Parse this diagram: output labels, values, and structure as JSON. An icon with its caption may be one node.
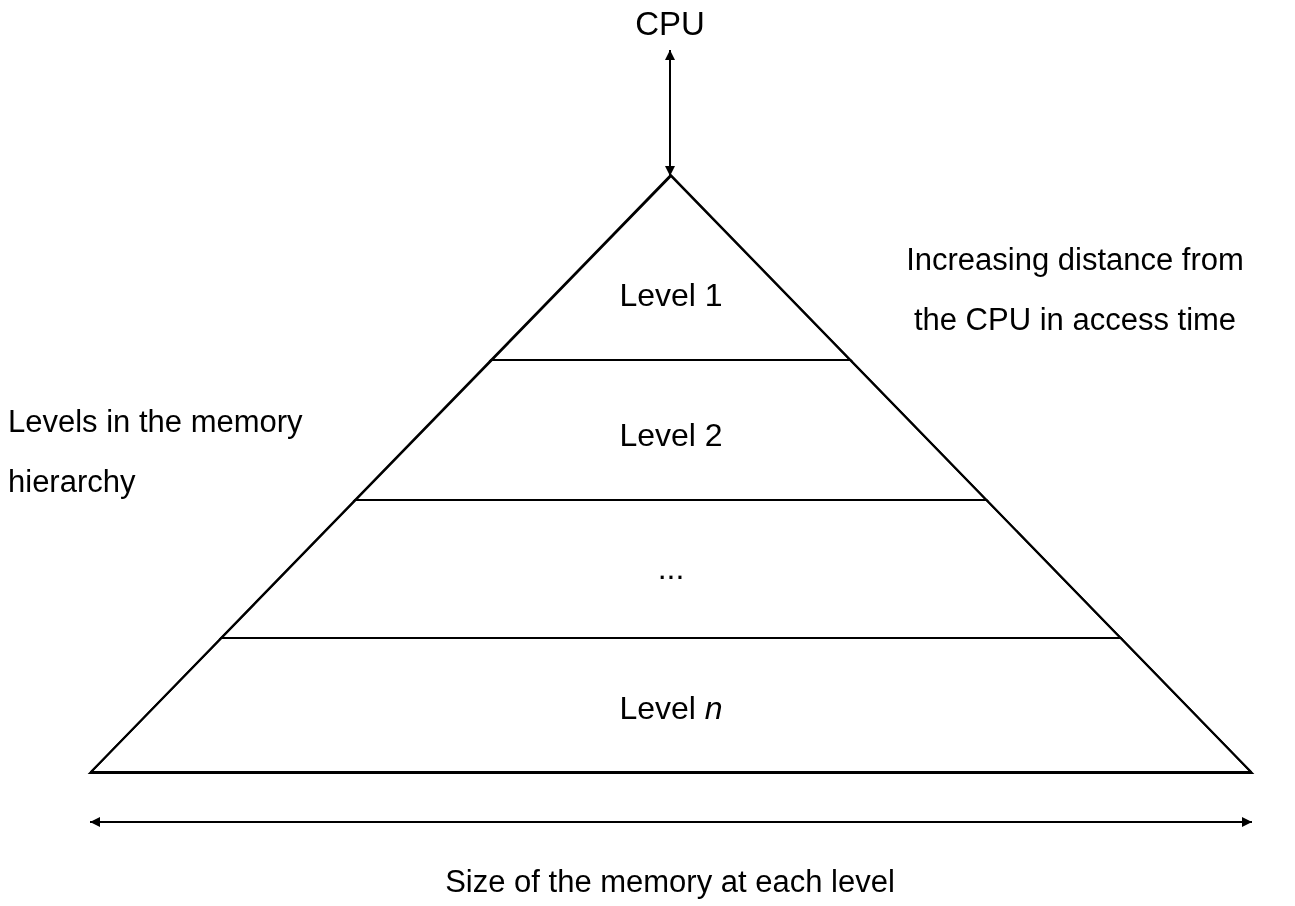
{
  "diagram": {
    "nodes": [
      {
        "text": [
          "CPU"
        ]
      },
      {
        "text": [],
        "shape": "triangle"
      },
      {
        "text": [
          "Level 1"
        ],
        "in": 1
      },
      {
        "text": [
          "Level 2"
        ],
        "in": 1
      },
      {
        "text": [
          "..."
        ],
        "in": 1
      },
      {
        "text": [
          "Level *n*"
        ],
        "in": 1
      }
    ],
    "edges": [
      {
        "from": 0,
        "to": 1,
        "arrow": "both"
      }
    ],
    "labels": [
      "Levels in the memory hierarchy",
      "Increasing distance from the CPU in access time",
      "Size of the memory at each level"
    ]
  }
}
